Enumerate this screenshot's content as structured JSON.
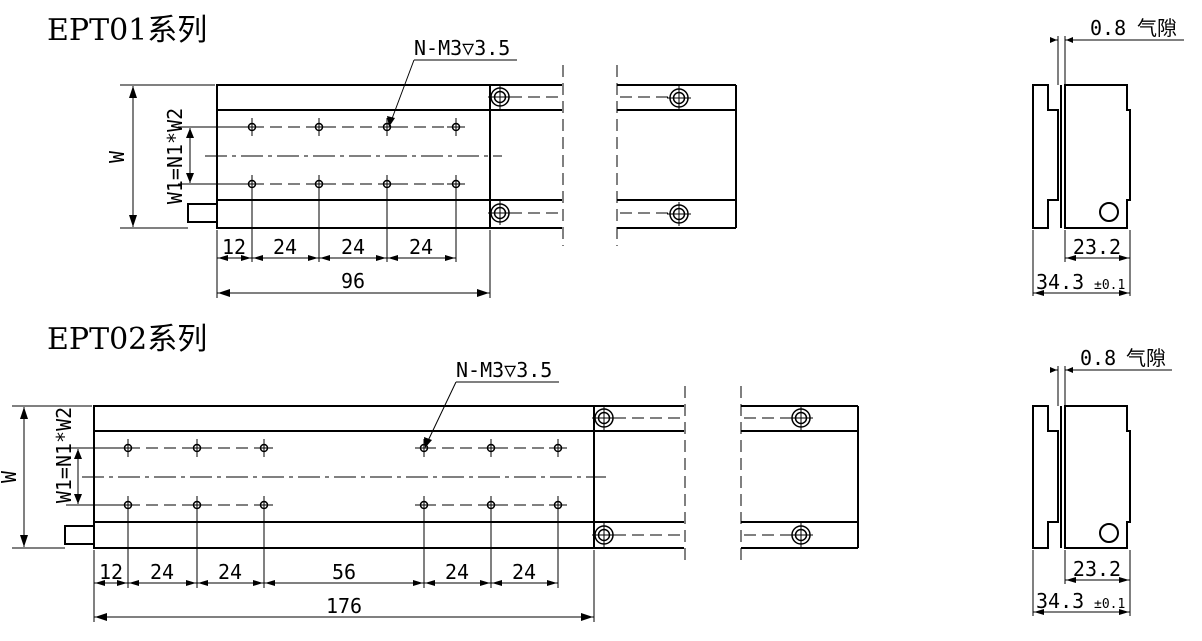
{
  "sections": {
    "ept01": {
      "title": "EPT01系列",
      "thread_note": "N-M3▽3.5",
      "width_label": "W",
      "hole_pitch_label": "W1=N1*W2",
      "dims": [
        "12",
        "24",
        "24",
        "24"
      ],
      "total": "96",
      "gap_value": "0.8",
      "gap_label": "气隙",
      "side_width": "23.2",
      "side_total": "34.3",
      "tolerance": "±0.1"
    },
    "ept02": {
      "title": "EPT02系列",
      "thread_note": "N-M3▽3.5",
      "width_label": "W",
      "hole_pitch_label": "W1=N1*W2",
      "dims": [
        "12",
        "24",
        "24",
        "56",
        "24",
        "24"
      ],
      "total": "176",
      "gap_value": "0.8",
      "gap_label": "气隙",
      "side_width": "23.2",
      "side_total": "34.3",
      "tolerance": "±0.1"
    }
  }
}
